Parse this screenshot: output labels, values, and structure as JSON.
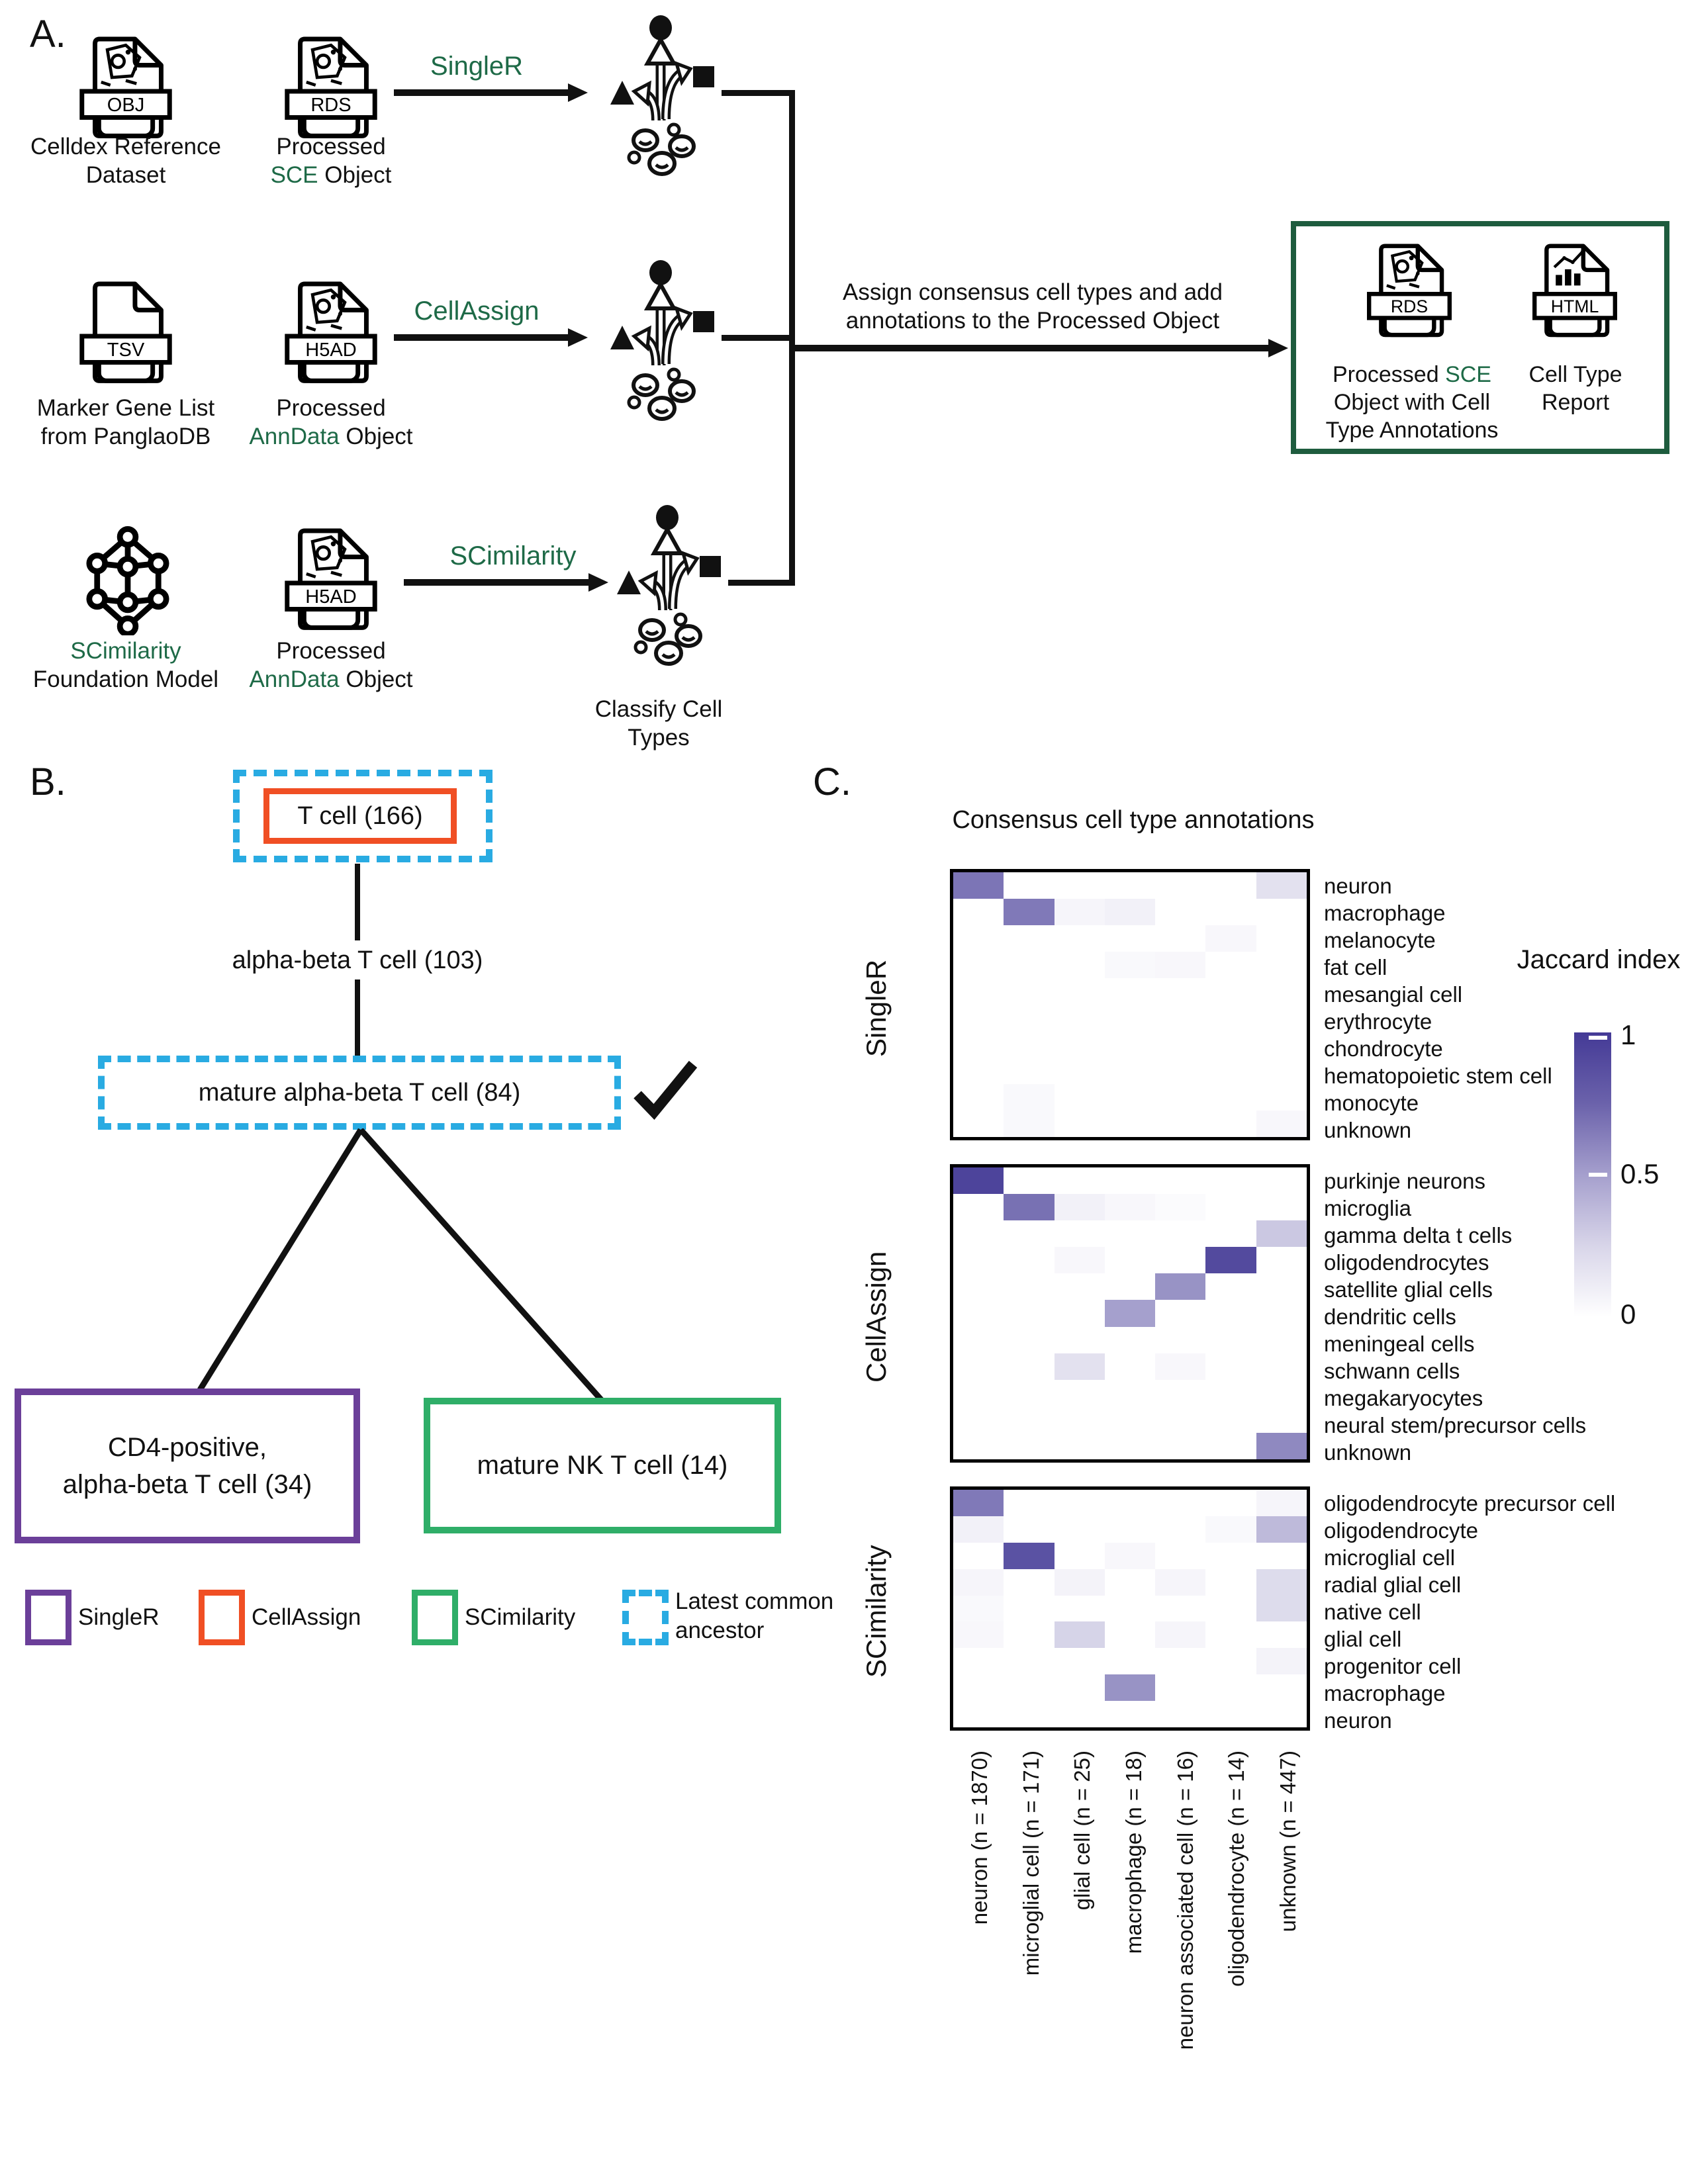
{
  "colors": {
    "method_green": "#1e6a47",
    "output_box_green": "#1e5c3e",
    "singler_purple": "#6b3f99",
    "cellassign_orange": "#f04f24",
    "scimilarity_green": "#2fae68",
    "ancestor_blue": "#29abe2",
    "heat_max": "#443a96",
    "heat_min": "#ffffff"
  },
  "panel_a": {
    "label": "A.",
    "rows": [
      {
        "method": "SingleR",
        "input1": {
          "ext": "OBJ",
          "cap_l1": "Celldex Reference",
          "cap_l2": "Dataset"
        },
        "input2": {
          "ext": "RDS",
          "cap_l1": "Processed",
          "cap_l2_green": "SCE",
          "cap_l2_rest": " Object"
        }
      },
      {
        "method": "CellAssign",
        "input1": {
          "ext": "TSV",
          "cap_l1": "Marker Gene List",
          "cap_l2": "from PanglaoDB"
        },
        "input2": {
          "ext": "H5AD",
          "cap_l1": "Processed",
          "cap_l2_green": "AnnData",
          "cap_l2_rest": " Object"
        }
      },
      {
        "method": "SCimilarity",
        "input1": {
          "cap_l1_green": "SCimilarity",
          "cap_l2": "Foundation Model"
        },
        "input2": {
          "ext": "H5AD",
          "cap_l1": "Processed",
          "cap_l2_green": "AnnData",
          "cap_l2_rest": " Object"
        }
      }
    ],
    "classify_caption": {
      "l1": "Classify Cell",
      "l2": "Types"
    },
    "assign_l1": "Assign consensus cell types and add",
    "assign_l2": "annotations to the Processed Object",
    "output": {
      "file1": {
        "ext": "RDS",
        "cap_l1": "Processed ",
        "cap_l1_green": "SCE",
        "cap_l2": "Object with Cell",
        "cap_l3": "Type Annotations"
      },
      "file2": {
        "ext": "HTML",
        "cap_l1": "Cell Type",
        "cap_l2": "Report"
      }
    }
  },
  "panel_b": {
    "label": "B.",
    "root": "T cell (166)",
    "mid": "alpha-beta T cell (103)",
    "lca": "mature alpha-beta T cell (84)",
    "left_l1": "CD4-positive,",
    "left_l2": "alpha-beta T cell (34)",
    "right": "mature NK T cell (14)",
    "legend": {
      "singler": "SingleR",
      "cellassign": "CellAssign",
      "scimilarity": "SCimilarity",
      "ancestor_l1": "Latest common",
      "ancestor_l2": "ancestor"
    }
  },
  "panel_c": {
    "label": "C."
  },
  "chart_data": {
    "type": "heatmap",
    "title": "Consensus cell type annotations",
    "legend_title": "Jaccard index",
    "legend_position": "right",
    "colorbar_ticks": [
      "1",
      "0.5",
      "0"
    ],
    "value_range": [
      0,
      1
    ],
    "color_min": "#ffffff",
    "color_max": "#443a96",
    "columns": [
      "neuron (n = 1870)",
      "microglial cell (n = 171)",
      "glial cell (n = 25)",
      "macrophage (n = 18)",
      "neuron associated cell (n = 16)",
      "oligodendrocyte (n = 14)",
      "unknown (n = 447)"
    ],
    "series": [
      {
        "name": "SingleR",
        "rows": [
          "neuron",
          "macrophage",
          "melanocyte",
          "fat cell",
          "mesangial cell",
          "erythrocyte",
          "chondrocyte",
          "hematopoietic stem cell",
          "monocyte",
          "unknown"
        ],
        "values": [
          [
            0.7,
            0,
            0,
            0,
            0,
            0,
            0.15
          ],
          [
            0,
            0.68,
            0.05,
            0.07,
            0,
            0,
            0
          ],
          [
            0,
            0,
            0,
            0,
            0,
            0.04,
            0
          ],
          [
            0,
            0,
            0,
            0.03,
            0.04,
            0,
            0
          ],
          [
            0,
            0,
            0,
            0,
            0,
            0,
            0
          ],
          [
            0,
            0,
            0,
            0,
            0,
            0,
            0
          ],
          [
            0,
            0,
            0,
            0,
            0,
            0,
            0
          ],
          [
            0,
            0,
            0,
            0,
            0,
            0,
            0
          ],
          [
            0,
            0.03,
            0,
            0,
            0,
            0,
            0
          ],
          [
            0,
            0.03,
            0,
            0,
            0,
            0,
            0.04
          ]
        ]
      },
      {
        "name": "CellAssign",
        "rows": [
          "purkinje neurons",
          "microglia",
          "gamma delta t cells",
          "oligodendrocytes",
          "satellite glial cells",
          "dendritic cells",
          "meningeal cells",
          "schwann cells",
          "megakaryocytes",
          "neural stem/precursor cells",
          "unknown"
        ],
        "values": [
          [
            0.95,
            0,
            0,
            0,
            0,
            0,
            0
          ],
          [
            0,
            0.72,
            0.07,
            0.04,
            0.02,
            0,
            0
          ],
          [
            0,
            0,
            0,
            0,
            0,
            0,
            0.28
          ],
          [
            0,
            0,
            0.04,
            0,
            0,
            0.92,
            0
          ],
          [
            0,
            0,
            0,
            0,
            0.55,
            0,
            0
          ],
          [
            0,
            0,
            0,
            0.48,
            0,
            0,
            0
          ],
          [
            0,
            0,
            0,
            0,
            0,
            0,
            0
          ],
          [
            0,
            0,
            0.15,
            0,
            0.04,
            0,
            0
          ],
          [
            0,
            0,
            0,
            0,
            0,
            0,
            0
          ],
          [
            0,
            0,
            0,
            0,
            0,
            0,
            0
          ],
          [
            0,
            0,
            0,
            0,
            0,
            0,
            0.6
          ]
        ]
      },
      {
        "name": "SCimilarity",
        "rows": [
          "oligodendrocyte precursor cell",
          "oligodendrocyte",
          "microglial cell",
          "radial glial cell",
          "native cell",
          "glial cell",
          "progenitor cell",
          "macrophage",
          "neuron"
        ],
        "values": [
          [
            0.68,
            0,
            0,
            0,
            0,
            0,
            0.05
          ],
          [
            0.07,
            0,
            0,
            0,
            0,
            0.03,
            0.35
          ],
          [
            0,
            0.88,
            0,
            0.04,
            0,
            0,
            0
          ],
          [
            0.05,
            0,
            0.06,
            0,
            0.05,
            0,
            0.18
          ],
          [
            0.03,
            0,
            0,
            0,
            0,
            0,
            0.18
          ],
          [
            0.04,
            0,
            0.22,
            0,
            0.05,
            0,
            0
          ],
          [
            0,
            0,
            0,
            0,
            0,
            0,
            0.06
          ],
          [
            0,
            0,
            0,
            0.55,
            0,
            0,
            0
          ],
          [
            0,
            0,
            0,
            0,
            0,
            0,
            0
          ]
        ]
      }
    ]
  }
}
